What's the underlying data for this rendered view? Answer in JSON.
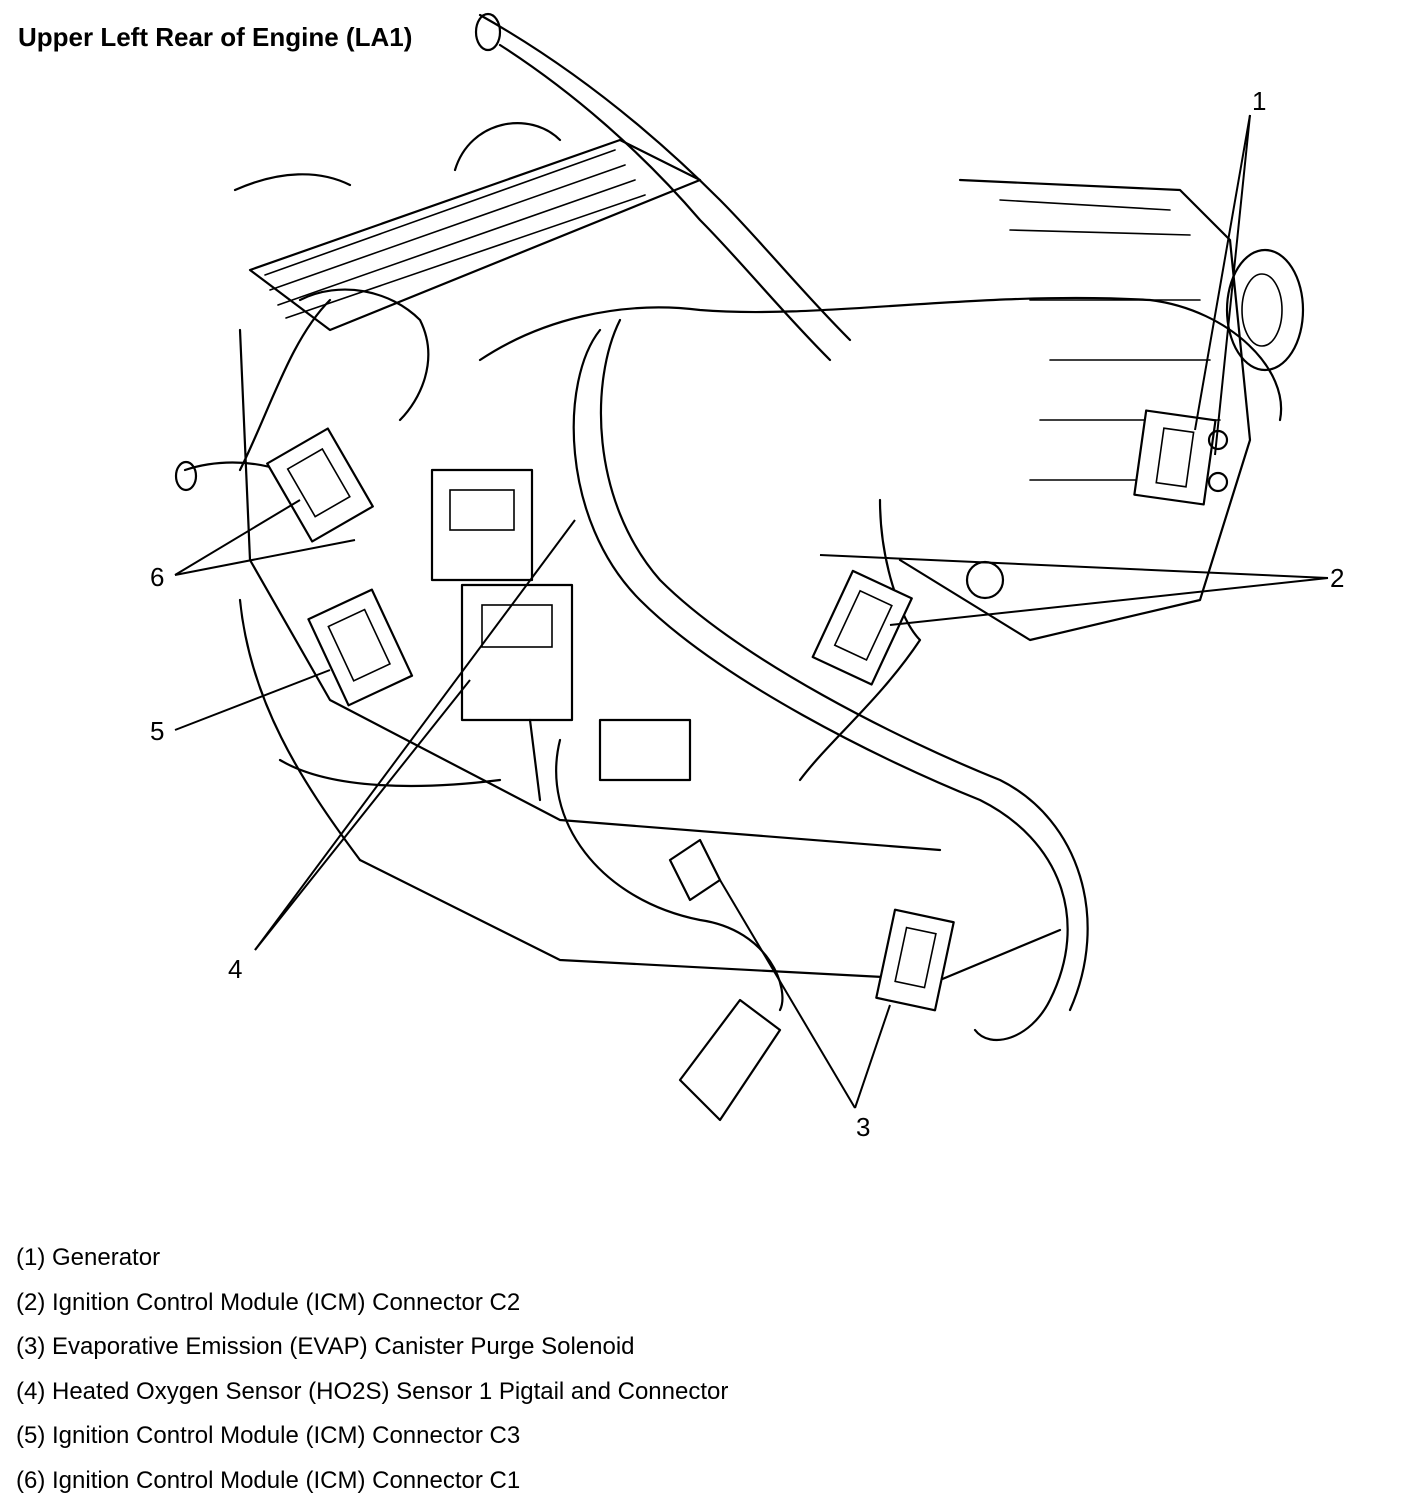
{
  "title": "Upper Left Rear of Engine (LA1)",
  "callouts": {
    "c1": "1",
    "c2": "2",
    "c3": "3",
    "c4": "4",
    "c5": "5",
    "c6": "6"
  },
  "legend": [
    "(1) Generator",
    "(2) Ignition Control Module (ICM) Connector C2",
    "(3) Evaporative Emission (EVAP) Canister Purge Solenoid",
    "(4) Heated Oxygen Sensor (HO2S) Sensor 1 Pigtail and Connector",
    "(5) Ignition Control Module (ICM) Connector C3",
    "(6) Ignition Control Module (ICM) Connector C1"
  ]
}
